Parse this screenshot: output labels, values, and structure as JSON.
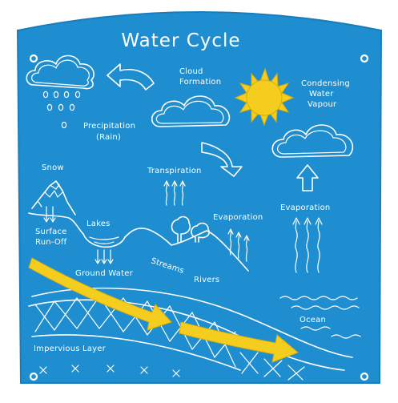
{
  "title": "Water Cycle",
  "labels": {
    "cloud_formation_1": "Cloud",
    "cloud_formation_2": "Formation",
    "condensing_1": "Condensing",
    "condensing_2": "Water",
    "condensing_3": "Vapour",
    "precipitation_1": "Precipitation",
    "precipitation_2": "(Rain)",
    "snow": "Snow",
    "transpiration": "Transpiration",
    "evaporation_land": "Evaporation",
    "evaporation_ocean": "Evaporation",
    "lakes": "Lakes",
    "surface_runoff_1": "Surface",
    "surface_runoff_2": "Run-Off",
    "ground_water": "Ground Water",
    "streams": "Streams",
    "rivers": "Rivers",
    "ocean": "Ocean",
    "impervious_layer": "Impervious Layer"
  },
  "colors": {
    "panel": "#1f8ed0",
    "panel_edge": "#1a7dba",
    "line": "#ffffff",
    "accent": "#f5cd1e",
    "accent_edge": "#d9ad0b"
  }
}
